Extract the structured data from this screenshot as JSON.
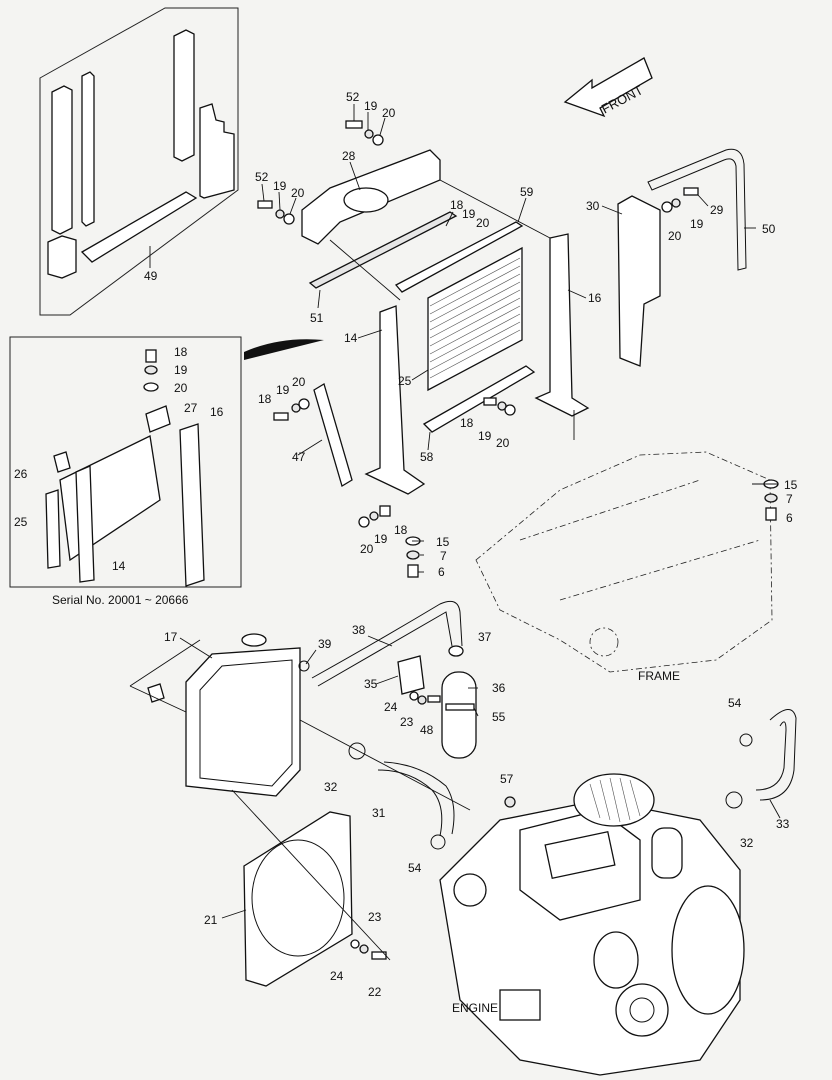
{
  "labels": {
    "front": "FRONT",
    "frame": "FRAME",
    "engine": "ENGINE",
    "serial": "Serial No. 20001 ~ 20666"
  },
  "callouts": [
    {
      "id": "c52a",
      "text": "52"
    },
    {
      "id": "c19a",
      "text": "19"
    },
    {
      "id": "c20a",
      "text": "20"
    },
    {
      "id": "c28",
      "text": "28"
    },
    {
      "id": "c52b",
      "text": "52"
    },
    {
      "id": "c19b",
      "text": "19"
    },
    {
      "id": "c20b",
      "text": "20"
    },
    {
      "id": "c59",
      "text": "59"
    },
    {
      "id": "c18a",
      "text": "18"
    },
    {
      "id": "c19c",
      "text": "19"
    },
    {
      "id": "c20c",
      "text": "20"
    },
    {
      "id": "c30",
      "text": "30"
    },
    {
      "id": "c29",
      "text": "29"
    },
    {
      "id": "c19d",
      "text": "19"
    },
    {
      "id": "c20d",
      "text": "20"
    },
    {
      "id": "c50",
      "text": "50"
    },
    {
      "id": "c49",
      "text": "49"
    },
    {
      "id": "c16a",
      "text": "16"
    },
    {
      "id": "c51",
      "text": "51"
    },
    {
      "id": "c14a",
      "text": "14"
    },
    {
      "id": "c25a",
      "text": "25"
    },
    {
      "id": "c18b",
      "text": "18"
    },
    {
      "id": "c19e",
      "text": "19"
    },
    {
      "id": "c20e",
      "text": "20"
    },
    {
      "id": "c18c",
      "text": "18"
    },
    {
      "id": "c19f",
      "text": "19"
    },
    {
      "id": "c20f",
      "text": "20"
    },
    {
      "id": "c47",
      "text": "47"
    },
    {
      "id": "c58",
      "text": "58"
    },
    {
      "id": "c18d",
      "text": "18"
    },
    {
      "id": "c19g",
      "text": "19"
    },
    {
      "id": "c20g",
      "text": "20"
    },
    {
      "id": "c15a",
      "text": "15"
    },
    {
      "id": "c7a",
      "text": "7"
    },
    {
      "id": "c6a",
      "text": "6"
    },
    {
      "id": "c15b",
      "text": "15"
    },
    {
      "id": "c7b",
      "text": "7"
    },
    {
      "id": "c6b",
      "text": "6"
    },
    {
      "id": "c18e",
      "text": "18"
    },
    {
      "id": "c19h",
      "text": "19"
    },
    {
      "id": "c20h",
      "text": "20"
    },
    {
      "id": "c27",
      "text": "27"
    },
    {
      "id": "c16b",
      "text": "16"
    },
    {
      "id": "c26",
      "text": "26"
    },
    {
      "id": "c25b",
      "text": "25"
    },
    {
      "id": "c14b",
      "text": "14"
    },
    {
      "id": "c17",
      "text": "17"
    },
    {
      "id": "c39",
      "text": "39"
    },
    {
      "id": "c38",
      "text": "38"
    },
    {
      "id": "c37",
      "text": "37"
    },
    {
      "id": "c35",
      "text": "35"
    },
    {
      "id": "c36",
      "text": "36"
    },
    {
      "id": "c24a",
      "text": "24"
    },
    {
      "id": "c23a",
      "text": "23"
    },
    {
      "id": "c48",
      "text": "48"
    },
    {
      "id": "c55",
      "text": "55"
    },
    {
      "id": "c32a",
      "text": "32"
    },
    {
      "id": "c31",
      "text": "31"
    },
    {
      "id": "c57",
      "text": "57"
    },
    {
      "id": "c54a",
      "text": "54"
    },
    {
      "id": "c54b",
      "text": "54"
    },
    {
      "id": "c32b",
      "text": "32"
    },
    {
      "id": "c33",
      "text": "33"
    },
    {
      "id": "c21",
      "text": "21"
    },
    {
      "id": "c23b",
      "text": "23"
    },
    {
      "id": "c24b",
      "text": "24"
    },
    {
      "id": "c22",
      "text": "22"
    }
  ]
}
